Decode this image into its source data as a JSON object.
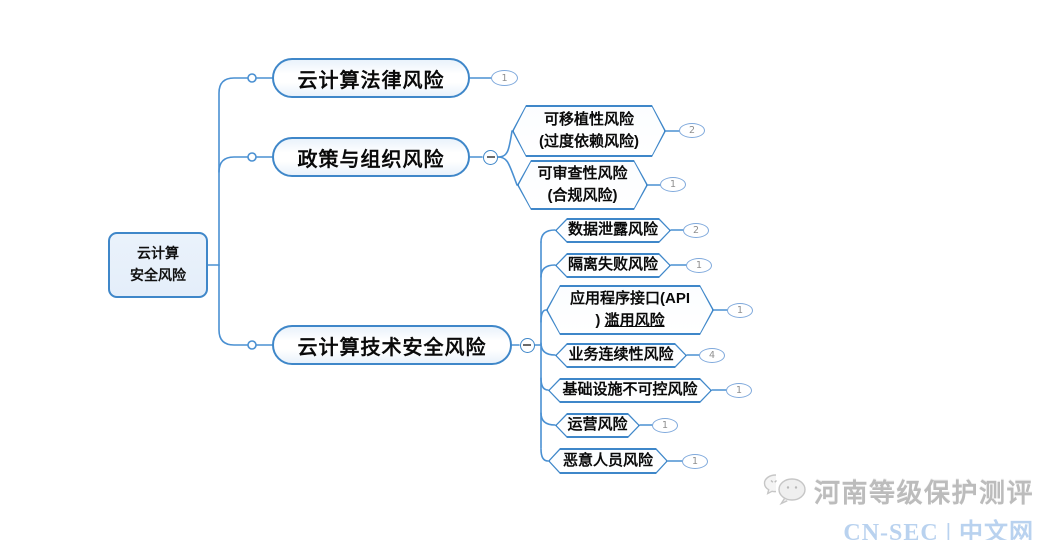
{
  "colors": {
    "node_border_blue": "#3f87c9",
    "connector_blue": "#4a90d2",
    "badge_border_blue": "#7fa9dc",
    "root_fill": "#e8f1fa",
    "watermark_gray": "#bcbcbc",
    "watermark_blue": "#b9d2ef"
  },
  "root": {
    "line1": "云计算",
    "line2": "安全风险"
  },
  "branches": {
    "legal": {
      "label": "云计算法律风险",
      "badge": "1"
    },
    "policy": {
      "label": "政策与组织风险"
    },
    "technical": {
      "label": "云计算技术安全风险"
    }
  },
  "policy_children": {
    "portability": {
      "line1": "可移植性风险",
      "line2": "(过度依赖风险)",
      "badge": "2"
    },
    "auditability": {
      "line1": "可审查性风险",
      "line2": "(合规风险)",
      "badge": "1"
    }
  },
  "technical_children": {
    "data_leak": {
      "label": "数据泄露风险",
      "badge": "2"
    },
    "isolation": {
      "label": "隔离失败风险",
      "badge": "1"
    },
    "api": {
      "line1": "应用程序接口(API",
      "line2_prefix": ") ",
      "line2_text": "滥用风险",
      "badge": "1"
    },
    "continuity": {
      "label": "业务连续性风险",
      "badge": "4"
    },
    "infrastructure": {
      "label": "基础设施不可控风险",
      "badge": "1"
    },
    "operation": {
      "label": "运营风险",
      "badge": "1"
    },
    "insider": {
      "label": "恶意人员风险",
      "badge": "1"
    }
  },
  "watermark": {
    "brand": "河南等级保护测评",
    "site": "CN-SEC | 中文网"
  }
}
